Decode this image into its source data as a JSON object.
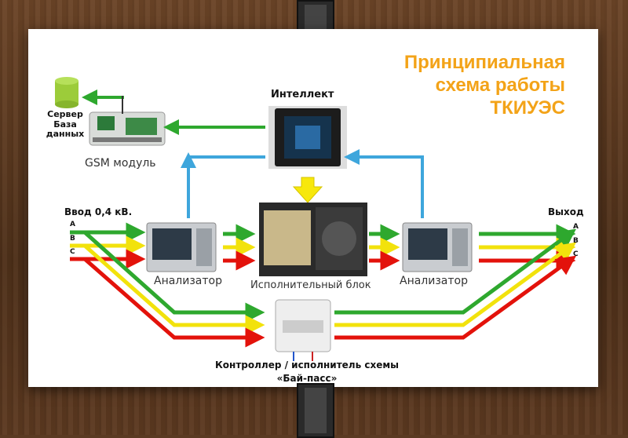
{
  "title": "Принципиальная схема работы ТКИУЭС",
  "labels": {
    "server": "Сервер База данных",
    "gsm": "GSM модуль",
    "intellect": "Интеллект",
    "input": "Ввод 0,4 кВ.",
    "output": "Выход",
    "analyzer_left": "Анализатор",
    "analyzer_right": "Анализатор",
    "exec_block": "Исполнительный блок",
    "bypass": "Контроллер / исполнитель схемы «Бай-пасс»"
  },
  "phases": [
    "A",
    "B",
    "C"
  ],
  "colors": {
    "phase_a": "#2ea82e",
    "phase_b": "#f2e20c",
    "phase_c": "#e3120b",
    "link": "#3ea6dc",
    "accent": "#f3a318"
  },
  "icons": [
    "database-icon",
    "gsm-module-icon",
    "processor-icon",
    "analyzer-icon",
    "power-block-icon",
    "controller-icon"
  ]
}
